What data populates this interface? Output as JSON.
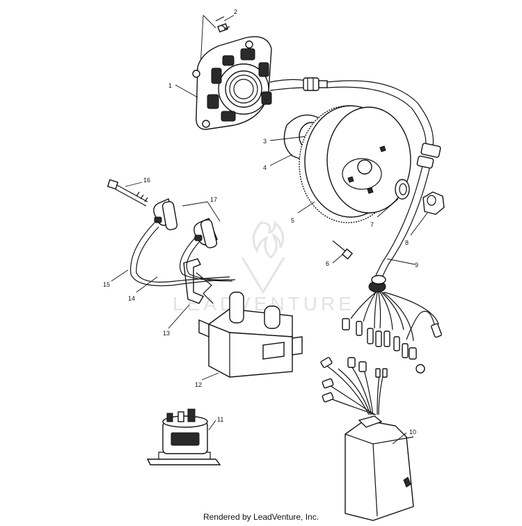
{
  "watermark": {
    "text": "LEADVENTURE"
  },
  "callouts": {
    "c1": "1",
    "c2": "2",
    "c3": "3",
    "c4": "4",
    "c5": "5",
    "c6": "6",
    "c7": "7",
    "c8": "8",
    "c9": "9",
    "c10": "10",
    "c11": "11",
    "c12": "12",
    "c13": "13",
    "c14": "14",
    "c15": "15",
    "c16": "16",
    "c17": "17"
  },
  "footer": {
    "text": "Rendered by LeadVenture, Inc."
  },
  "colors": {
    "ink": "#111111",
    "background": "#ffffff",
    "watermark": "#e2e2e2"
  }
}
